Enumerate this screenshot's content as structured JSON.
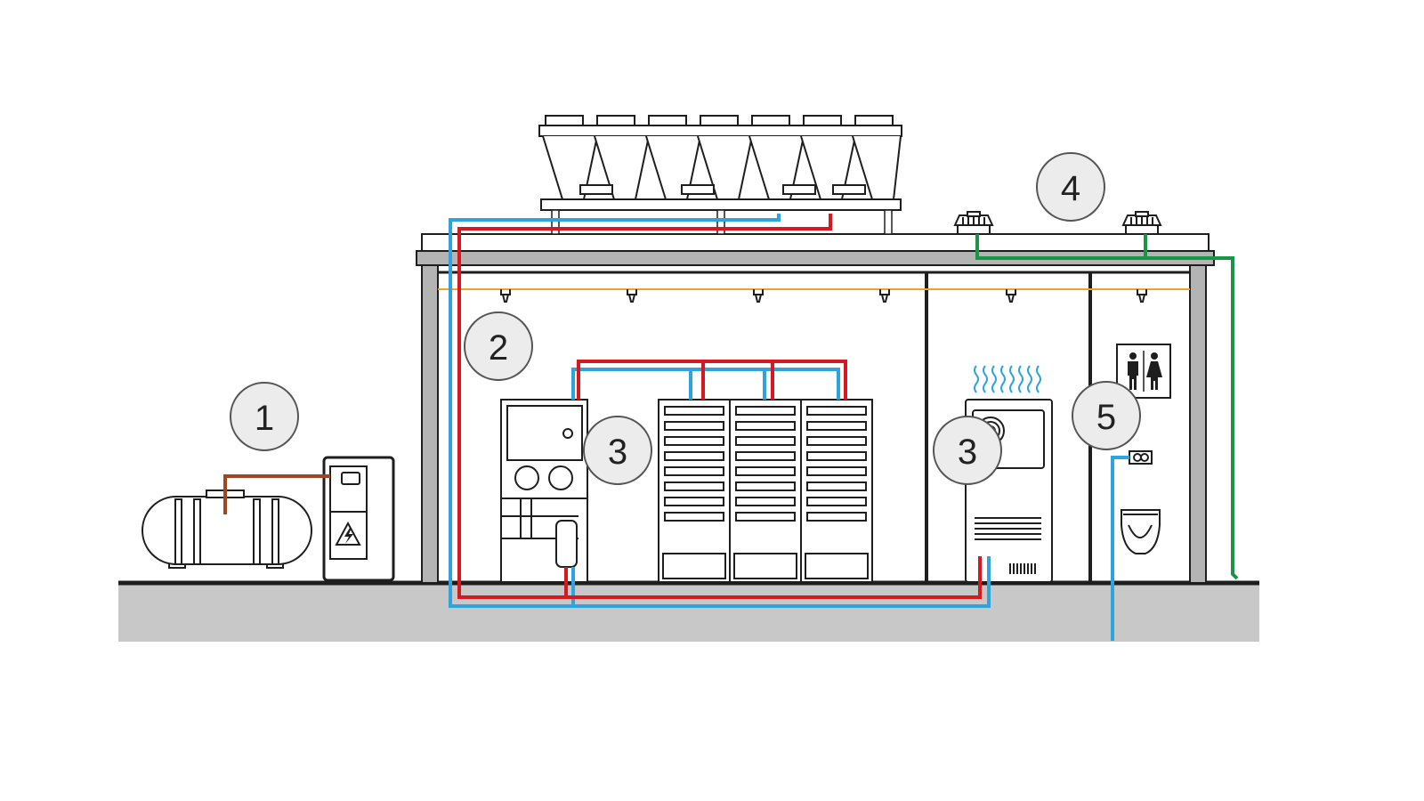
{
  "diagram": {
    "badges": [
      {
        "id": "badge-1",
        "label": "1"
      },
      {
        "id": "badge-2",
        "label": "2"
      },
      {
        "id": "badge-3a",
        "label": "3"
      },
      {
        "id": "badge-3b",
        "label": "3"
      },
      {
        "id": "badge-4",
        "label": "4"
      },
      {
        "id": "badge-5",
        "label": "5"
      }
    ],
    "colors": {
      "outline": "#1e1e1e",
      "ground": "#c8c8c8",
      "wall": "#b4b4b4",
      "supply_pipe": "#d7191f",
      "return_pipe": "#2fa3dc",
      "drain_pipe": "#1a9447",
      "fuel_pipe": "#a0461e",
      "sprinkler_line": "#f0a030",
      "badge_fill": "#ececec",
      "badge_stroke": "#555555"
    },
    "icons": [
      "fuel-tank-icon",
      "generator-panel-icon",
      "dry-cooler-icon",
      "roof-fan-icon",
      "sprinkler-icon",
      "chiller-unit-icon",
      "server-rack-icon",
      "crac-unit-icon",
      "heat-waves-icon",
      "restroom-sign-icon",
      "flush-button-icon",
      "urinal-icon",
      "high-voltage-icon"
    ]
  }
}
